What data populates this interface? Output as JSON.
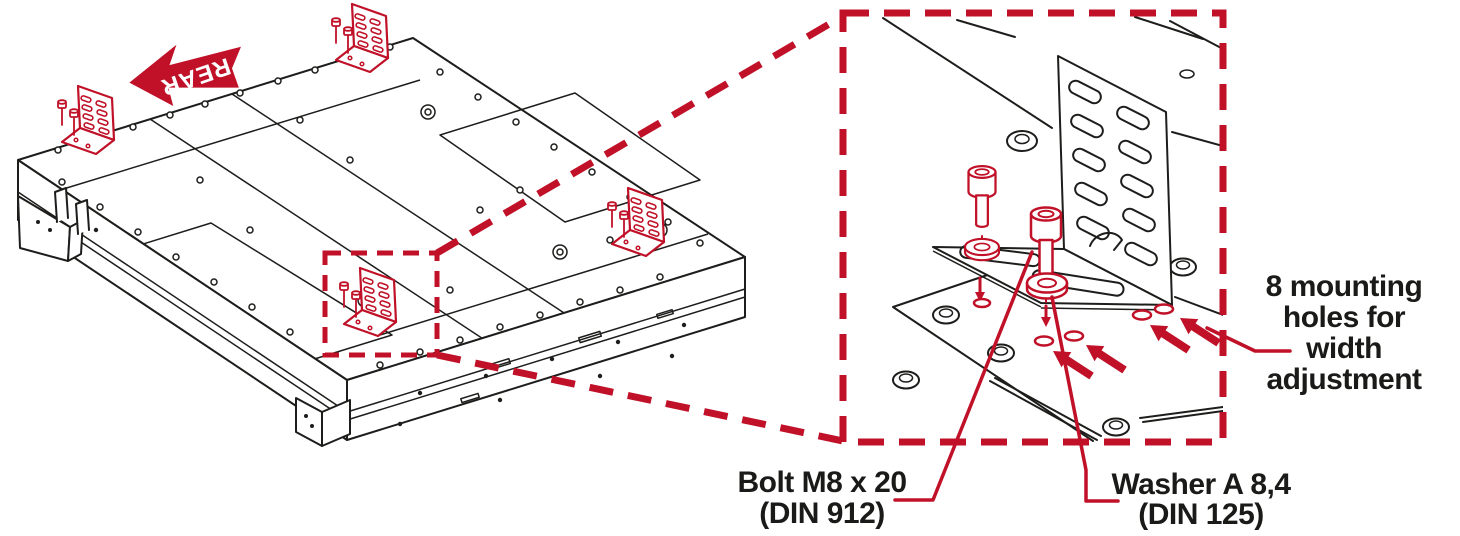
{
  "colors": {
    "background": "#ffffff",
    "accent_red": "#c01128",
    "line_black": "#1d1d1b",
    "text_black": "#1a1a18"
  },
  "main_view": {
    "rear_arrow_label": "REAR"
  },
  "labels": {
    "bolt": {
      "line1": "Bolt M8 x 20",
      "line2": "(DIN 912)"
    },
    "washer": {
      "line1": "Washer A 8,4",
      "line2": "(DIN 125)"
    },
    "mounting_holes": {
      "line1": "8 mounting",
      "line2": "holes for",
      "line3": "width",
      "line4": "adjustment"
    }
  }
}
